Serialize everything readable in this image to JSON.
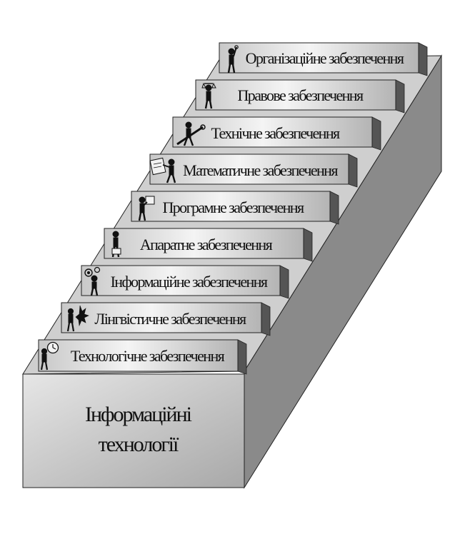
{
  "base": {
    "line1": "Інформаційні",
    "line2": "технології"
  },
  "steps": [
    {
      "label": "Організаційне забезпечення",
      "icon": "figure-with-raised-hand-icon"
    },
    {
      "label": "Правове забезпечення",
      "icon": "figure-with-scales-icon"
    },
    {
      "label": "Технічне забезпечення",
      "icon": "figure-with-wrench-icon"
    },
    {
      "label": "Математичне забезпечення",
      "icon": "figure-with-formula-board-icon"
    },
    {
      "label": "Програмне забезпечення",
      "icon": "figure-with-sign-icon"
    },
    {
      "label": "Апаратне забезпечення",
      "icon": "figure-with-device-icon"
    },
    {
      "label": "Інформаційне забезпечення",
      "icon": "figure-with-gears-icon"
    },
    {
      "label": "Лінгвістичне забезпечення",
      "icon": "figure-with-dialog-icon"
    },
    {
      "label": "Технологічне забезпечення",
      "icon": "figure-with-clock-icon"
    }
  ]
}
